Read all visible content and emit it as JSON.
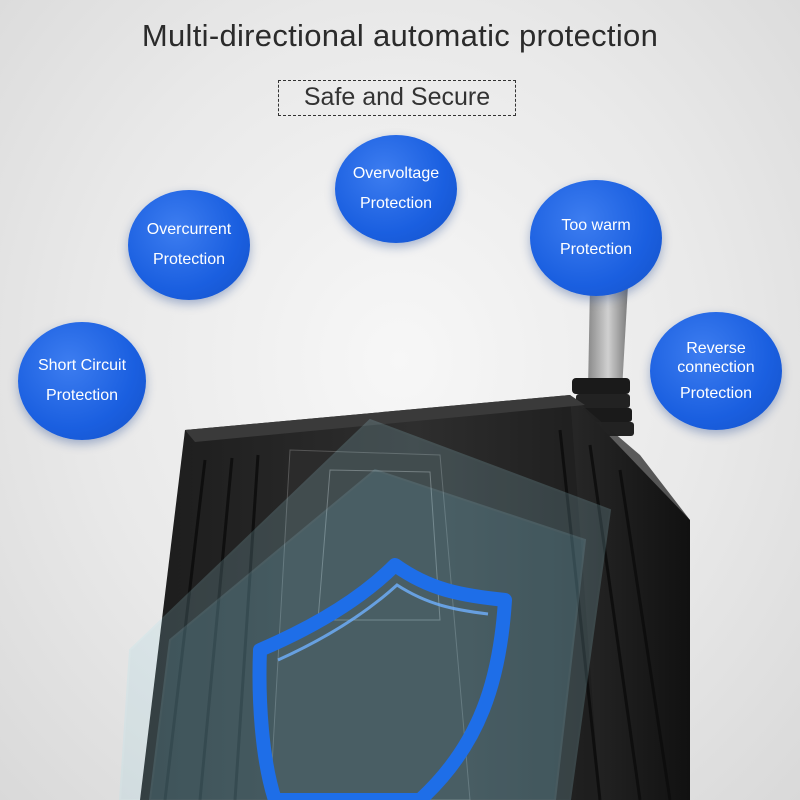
{
  "headline": "Multi-directional automatic protection",
  "subtitle": "Safe and Secure",
  "bubbles": [
    {
      "line1": "Short Circuit",
      "line2": "Protection"
    },
    {
      "line1": "Overcurrent",
      "line2": "Protection"
    },
    {
      "line1": "Overvoltage",
      "line2": "Protection"
    },
    {
      "line1": "Too warm",
      "line2": "Protection"
    },
    {
      "line1": "Reverse",
      "line1b": "connection",
      "line2": "Protection"
    }
  ],
  "colors": {
    "bubble_blue": "#1a5fe0",
    "shield_blue": "#1e6ee8",
    "charger_body": "#2a2a2a",
    "background": "#e9e9e9"
  }
}
